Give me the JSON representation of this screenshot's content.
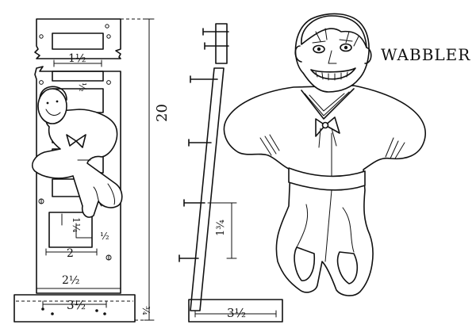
{
  "title": "WABBLER",
  "dimensions": {
    "slot_width": "1½",
    "slot_gap": "½",
    "overall_height": "20",
    "peg_spacing": "1¼",
    "peg_offset": "½",
    "cutout_width": "2",
    "board_width": "2½",
    "base_length_front": "3½",
    "base_thickness": "¾",
    "peg_spacing_side": "1¾",
    "base_length_side": "3½"
  }
}
